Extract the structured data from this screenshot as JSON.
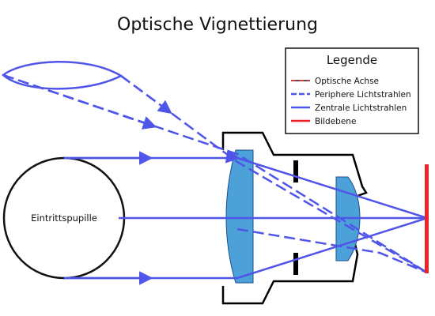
{
  "title": "Optische Vignettierung",
  "pupil_label": "Eintrittspupille",
  "legend": {
    "title": "Legende",
    "items": [
      {
        "label": "Optische Achse",
        "style": "axis"
      },
      {
        "label": "Periphere Lichtstrahlen",
        "style": "dashed"
      },
      {
        "label": "Zentrale Lichtstrahlen",
        "style": "solid"
      },
      {
        "label": "Bildebene",
        "style": "image-plane"
      }
    ]
  },
  "colors": {
    "ray": "#4f55e8",
    "lens_fill": "#4ba1d8",
    "lens_stroke": "#1c4f8a",
    "image_plane": "#e8262a",
    "axis_red": "#e8262a",
    "axis_black": "#111111",
    "housing": "#000000"
  }
}
